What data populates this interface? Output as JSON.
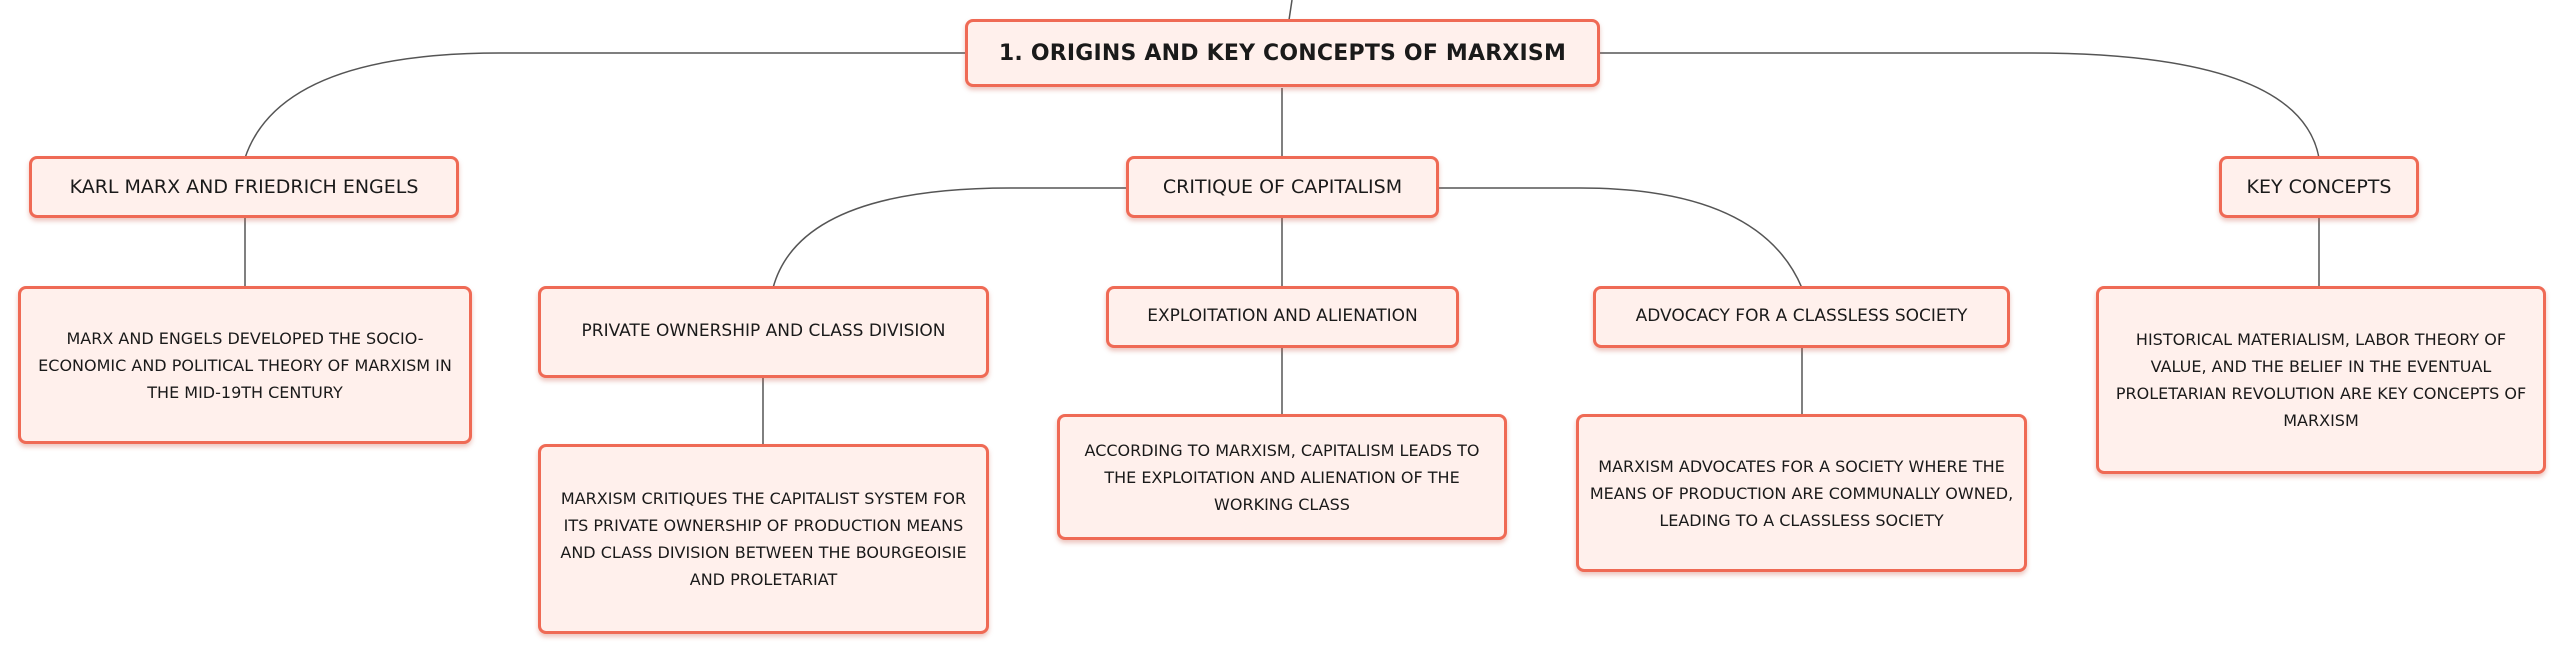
{
  "colors": {
    "node_border": "#ef6a55",
    "node_fill": "#fff0ec",
    "connector": "#555555",
    "text": "#1a1a1a"
  },
  "root": {
    "label": "1. ORIGINS AND KEY CONCEPTS OF MARXISM"
  },
  "branches": [
    {
      "label": "KARL MARX AND FRIEDRICH ENGELS",
      "detail": "MARX AND ENGELS DEVELOPED THE SOCIO-ECONOMIC AND POLITICAL THEORY OF MARXISM IN THE MID-19TH CENTURY"
    },
    {
      "label": "CRITIQUE OF CAPITALISM",
      "children": [
        {
          "label": "PRIVATE OWNERSHIP AND CLASS DIVISION",
          "detail": "MARXISM CRITIQUES THE CAPITALIST SYSTEM FOR ITS PRIVATE OWNERSHIP OF PRODUCTION MEANS AND CLASS DIVISION BETWEEN THE BOURGEOISIE AND PROLETARIAT"
        },
        {
          "label": "EXPLOITATION AND ALIENATION",
          "detail": "ACCORDING TO MARXISM, CAPITALISM LEADS TO THE EXPLOITATION AND ALIENATION OF THE WORKING CLASS"
        },
        {
          "label": "ADVOCACY FOR A CLASSLESS SOCIETY",
          "detail": "MARXISM ADVOCATES FOR A SOCIETY WHERE THE MEANS OF PRODUCTION ARE COMMUNALLY OWNED, LEADING TO A CLASSLESS SOCIETY"
        }
      ]
    },
    {
      "label": "KEY CONCEPTS",
      "detail": "HISTORICAL MATERIALISM, LABOR THEORY OF VALUE, AND THE BELIEF IN THE EVENTUAL PROLETARIAN REVOLUTION ARE KEY CONCEPTS OF MARXISM"
    }
  ]
}
